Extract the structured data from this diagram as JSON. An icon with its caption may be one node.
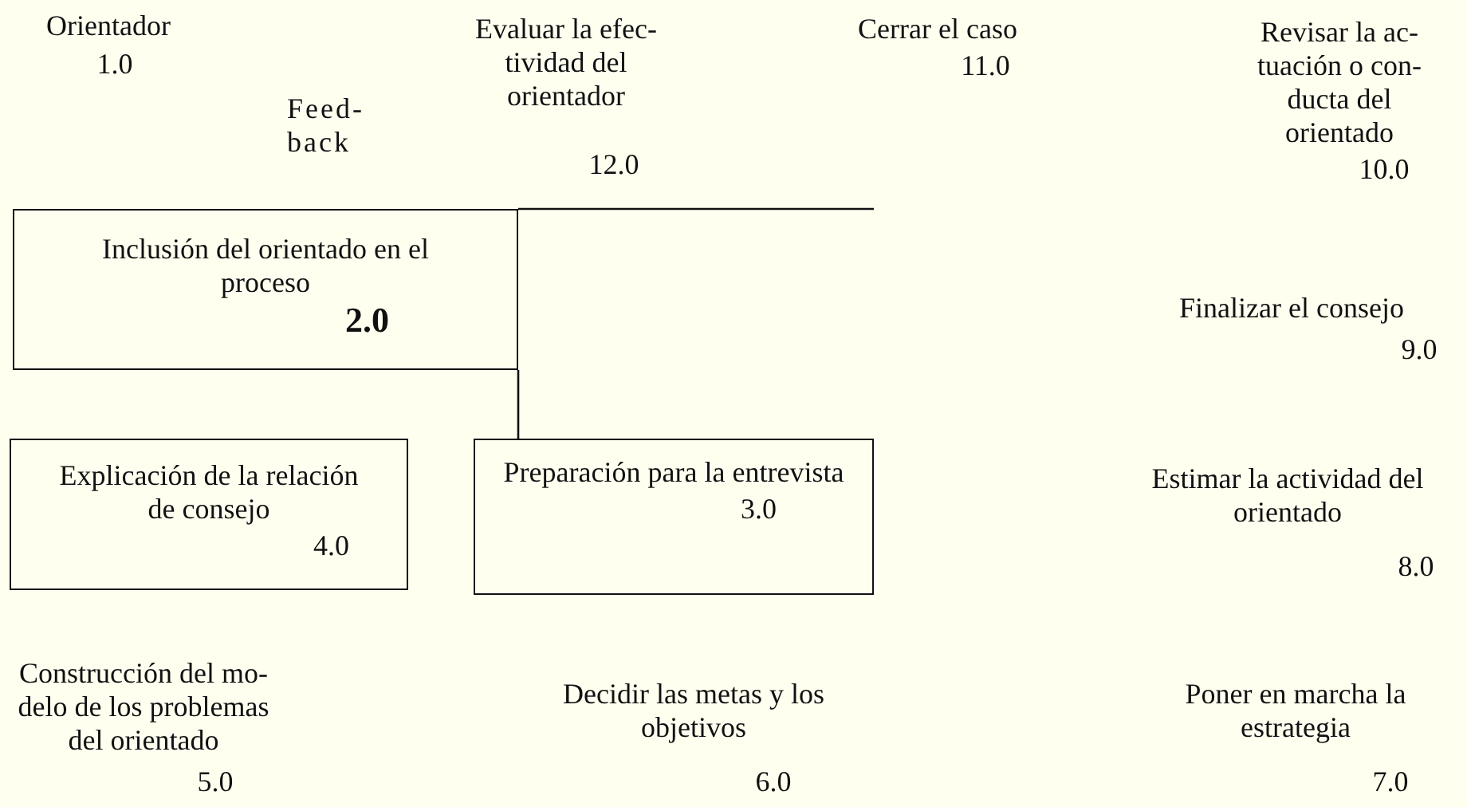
{
  "diagram": {
    "nodes": [
      {
        "text": [
          "Inclusión del orientado en el proceso",
          "2.0"
        ]
      },
      {
        "text": [
          "Explicación de la relación de consejo",
          "4.0"
        ]
      },
      {
        "text": [
          "Preparación para la entrevista",
          "3.0"
        ]
      }
    ],
    "edges": [
      {
        "from": 0,
        "to": null,
        "arrow": "none"
      },
      {
        "from": 0,
        "to": 2,
        "arrow": "none"
      }
    ],
    "labels": [
      "Orientador",
      "1.0",
      "Evaluar la efec-tividad del orientador",
      "Cerrar el caso",
      "Revisar la ac-tuación o con-ducta del orientado",
      "11.0",
      "Feed-back",
      "12.0",
      "10.0",
      "Finalizar el consejo",
      "9.0",
      "Estimar la actividad del orientado",
      "8.0",
      "Construcción del mo-delo de los problemas del orientado",
      "Decidir las metas y los objetivos",
      "Poner en marcha la estrategia",
      "5.0",
      "6.0",
      "7.0"
    ]
  }
}
